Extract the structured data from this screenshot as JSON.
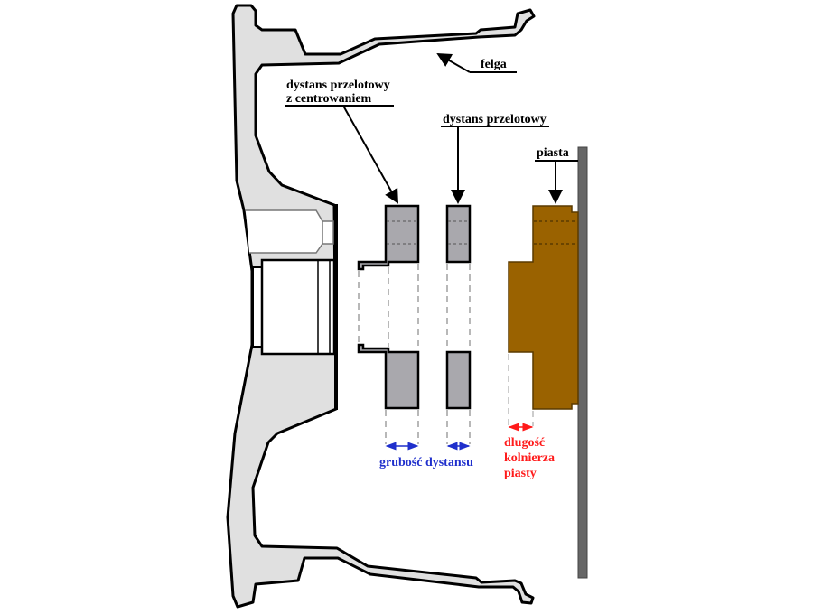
{
  "labels": {
    "rim": "felga",
    "centering_spacer_line1": "dystans przelotowy",
    "centering_spacer_line2": "z centrowaniem",
    "spacer": "dystans przelotowy",
    "hub": "piasta",
    "spacer_thickness": "grubość dystansu",
    "hub_collar_line1": "dlugość",
    "hub_collar_line2": "kolnierza",
    "hub_collar_line3": "piasty"
  },
  "colors": {
    "rim_fill": "#e0e0e0",
    "spacer_fill": "#a9a8ad",
    "hub_fill": "#9a6200",
    "plate_fill": "#666666",
    "dimension_blue": "#1f2fcc",
    "dimension_red": "#ff1a1a"
  }
}
